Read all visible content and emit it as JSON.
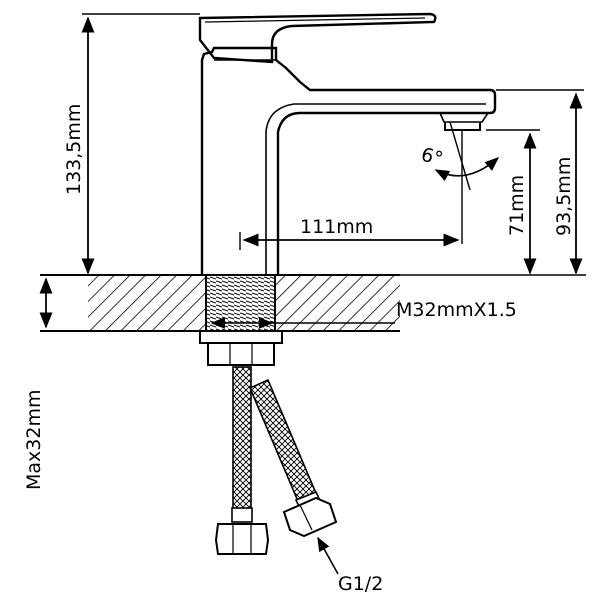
{
  "dimensions": {
    "total_height": "133,5mm",
    "spout_height": "93,5mm",
    "outlet_height": "71mm",
    "spout_reach": "111mm",
    "angle": "6°",
    "thread": "M32mmX1.5",
    "max_counter": "Max32mm",
    "hose_thread": "G1/2"
  },
  "colors": {
    "line": "#000000",
    "background": "#ffffff"
  }
}
